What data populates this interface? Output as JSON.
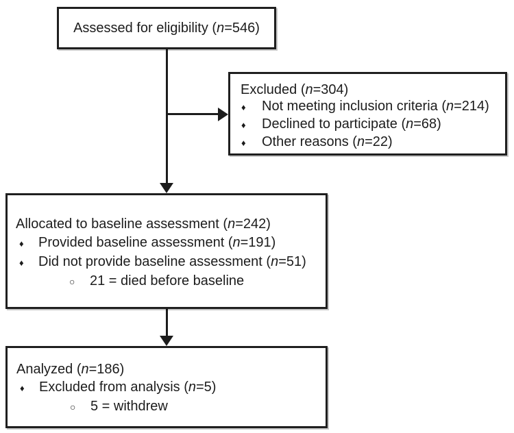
{
  "glyphs": {
    "diamond": "♦",
    "circle": "○"
  },
  "colors": {
    "background": "#ffffff",
    "border": "#1f1f1f",
    "text": "#1c1c1c",
    "line": "#1c1c1c"
  },
  "boxes": {
    "eligibility": {
      "label": {
        "pre": "Assessed for eligibility (",
        "var": "n",
        "post": "=546)"
      }
    },
    "excluded": {
      "title": {
        "pre": "Excluded (",
        "var": "n",
        "post": "=304)"
      },
      "bullets": [
        {
          "pre": "Not meeting inclusion criteria (",
          "var": "n",
          "post": "=214)"
        },
        {
          "pre": "Declined to participate (",
          "var": "n",
          "post": "=68)"
        },
        {
          "pre": "Other reasons (",
          "var": "n",
          "post": "=22)"
        }
      ]
    },
    "allocated": {
      "title": {
        "pre": "Allocated to baseline assessment (",
        "var": "n",
        "post": "=242)"
      },
      "bullets": [
        {
          "pre": "Provided baseline assessment (",
          "var": "n",
          "post": "=191)"
        },
        {
          "pre": "Did not provide baseline assessment (",
          "var": "n",
          "post": "=51)"
        }
      ],
      "sub_bullets": [
        "21 = died before baseline"
      ]
    },
    "analyzed": {
      "title": {
        "pre": "Analyzed (",
        "var": "n",
        "post": "=186)"
      },
      "bullets": [
        {
          "pre": "Excluded from analysis (",
          "var": "n",
          "post": "=5)"
        }
      ],
      "sub_bullets": [
        "5 = withdrew"
      ]
    }
  }
}
